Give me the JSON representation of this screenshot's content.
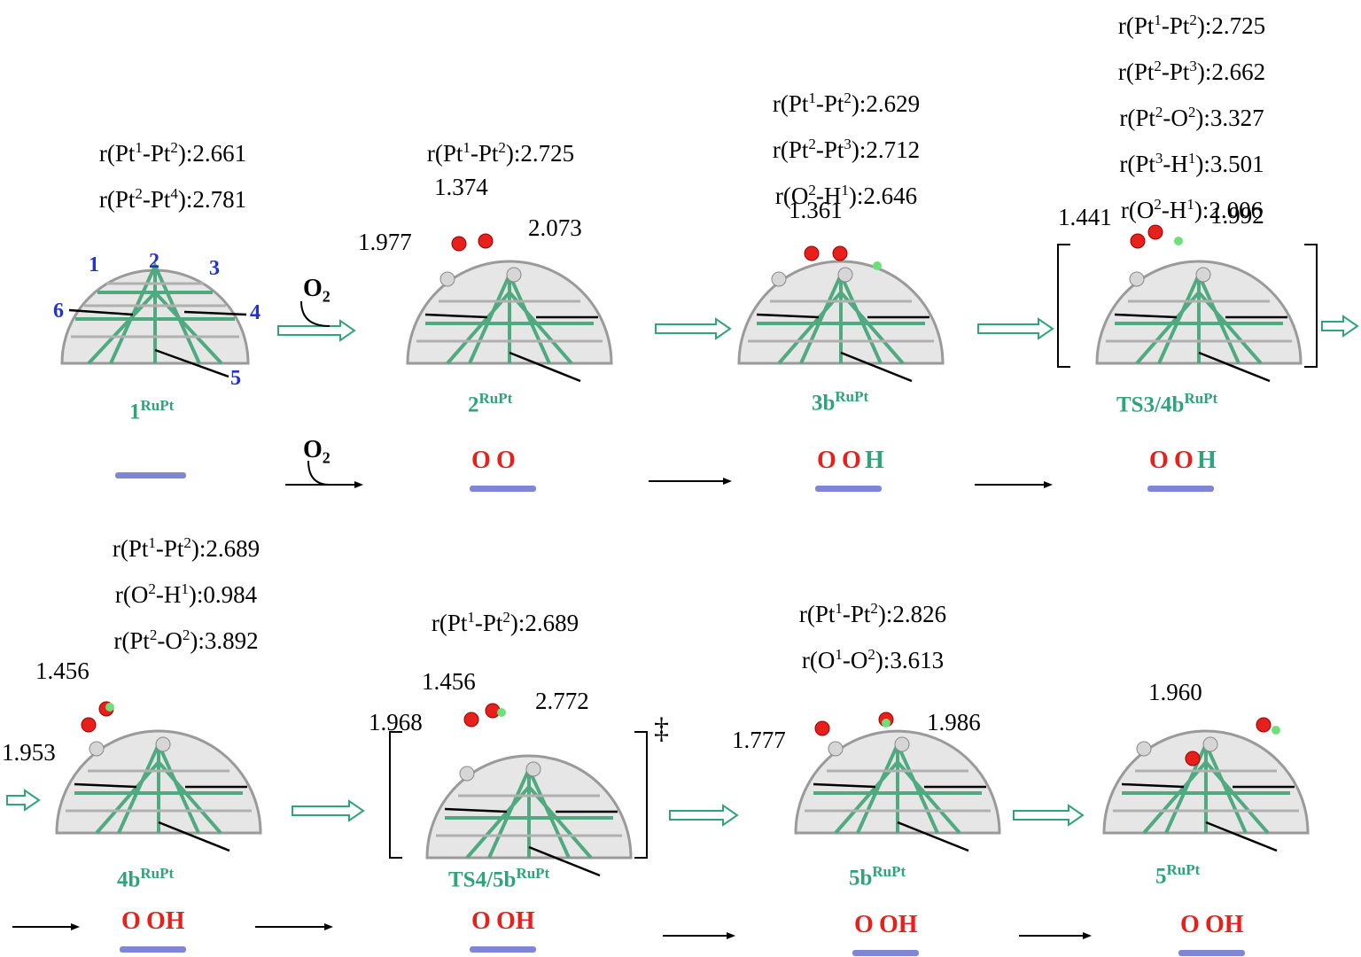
{
  "colors": {
    "label_green": "#2ea37c",
    "atom_number_blue": "#2233cc",
    "hydrogen_label_purple": "#a04a9a",
    "oxygen_red": "#e8201c",
    "surface_blue": "#7f86d6",
    "cluster_gray": "#c8c8c8",
    "cluster_green": "#4faa80"
  },
  "reagent": {
    "o2": "O",
    "o2_sub": "2"
  },
  "panels": [
    {
      "name": "1",
      "label_main": "1",
      "label_sup": "RuPt",
      "bonds": [
        {
          "a": "r(Pt",
          "a_sup": "1",
          "b": "-Pt",
          "b_sup": "2",
          "v": "):2.661"
        },
        {
          "a": "r(Pt",
          "a_sup": "2",
          "b": "-Pt",
          "b_sup": "4",
          "v": "):2.781"
        }
      ],
      "distances": [],
      "surface": {
        "o_left": "",
        "o_right": "",
        "h": ""
      }
    },
    {
      "name": "2",
      "label_main": "2",
      "label_sup": "RuPt",
      "bonds": [
        {
          "a": "r(Pt",
          "a_sup": "1",
          "b": "-Pt",
          "b_sup": "2",
          "v": "):2.725"
        }
      ],
      "distances": [
        "1.374",
        "1.977",
        "2.073"
      ],
      "surface": {
        "o_left": "O",
        "o_right": "O",
        "h": ""
      }
    },
    {
      "name": "3b",
      "label_main": "3b",
      "label_sup": "RuPt",
      "bonds": [
        {
          "a": "r(Pt",
          "a_sup": "1",
          "b": "-Pt",
          "b_sup": "2",
          "v": "):2.629"
        },
        {
          "a": "r(Pt",
          "a_sup": "2",
          "b": "-Pt",
          "b_sup": "3",
          "v": "):2.712"
        },
        {
          "a": "r(O",
          "a_sup": "2",
          "b": "-H",
          "b_sup": "1",
          "v": "):2.646"
        }
      ],
      "distances": [
        "1.361"
      ],
      "surface": {
        "o_left": "O",
        "o_right": "O",
        "h": "H"
      }
    },
    {
      "name": "TS3/4b",
      "label_main": "TS3/4b",
      "label_sup": "RuPt",
      "bonds": [
        {
          "a": "r(Pt",
          "a_sup": "1",
          "b": "-Pt",
          "b_sup": "2",
          "v": "):2.725"
        },
        {
          "a": "r(Pt",
          "a_sup": "2",
          "b": "-Pt",
          "b_sup": "3",
          "v": "):2.662"
        },
        {
          "a": "r(Pt",
          "a_sup": "2",
          "b": "-O",
          "b_sup": "2",
          "v": "):3.327"
        },
        {
          "a": "r(Pt",
          "a_sup": "3",
          "b": "-H",
          "b_sup": "1",
          "v": "):3.501"
        },
        {
          "a": "r(O",
          "a_sup": "2",
          "b": "-H",
          "b_sup": "1",
          "v": "):2.006"
        }
      ],
      "distances": [
        "1.441",
        "1.992"
      ],
      "surface": {
        "o_left": "O",
        "o_right": "O",
        "h": "H"
      }
    },
    {
      "name": "4b",
      "label_main": "4b",
      "label_sup": "RuPt",
      "bonds": [
        {
          "a": "r(Pt",
          "a_sup": "1",
          "b": "-Pt",
          "b_sup": "2",
          "v": "):2.689"
        },
        {
          "a": "r(O",
          "a_sup": "2",
          "b": "-H",
          "b_sup": "1",
          "v": "):0.984"
        },
        {
          "a": "r(Pt",
          "a_sup": "2",
          "b": "-O",
          "b_sup": "2",
          "v": "):3.892"
        }
      ],
      "distances": [
        "1.456",
        "1.953"
      ],
      "surface": {
        "o_left": "O",
        "o_right": "OH",
        "h": ""
      }
    },
    {
      "name": "TS4/5b",
      "label_main": "TS4/5b",
      "label_sup": "RuPt",
      "bonds": [
        {
          "a": "r(Pt",
          "a_sup": "1",
          "b": "-Pt",
          "b_sup": "2",
          "v": "):2.689"
        }
      ],
      "distances": [
        "1.456",
        "1.968",
        "2.772"
      ],
      "surface": {
        "o_left": "O",
        "o_right": "OH",
        "h": ""
      }
    },
    {
      "name": "5b",
      "label_main": "5b",
      "label_sup": "RuPt",
      "bonds": [
        {
          "a": "r(Pt",
          "a_sup": "1",
          "b": "-Pt",
          "b_sup": "2",
          "v": "):2.826"
        },
        {
          "a": "r(O",
          "a_sup": "1",
          "b": "-O",
          "b_sup": "2",
          "v": "):3.613"
        }
      ],
      "distances": [
        "1.777",
        "1.986"
      ],
      "surface": {
        "o_left": "O",
        "o_right": "OH",
        "h": ""
      }
    },
    {
      "name": "5",
      "label_main": "5",
      "label_sup": "RuPt",
      "bonds": [],
      "distances": [
        "1.960"
      ],
      "surface": {
        "o_left": "O",
        "o_right": "OH",
        "h": ""
      }
    }
  ],
  "atom_numbers": [
    "1",
    "2",
    "3",
    "4",
    "5",
    "6"
  ],
  "double_dagger": "‡"
}
